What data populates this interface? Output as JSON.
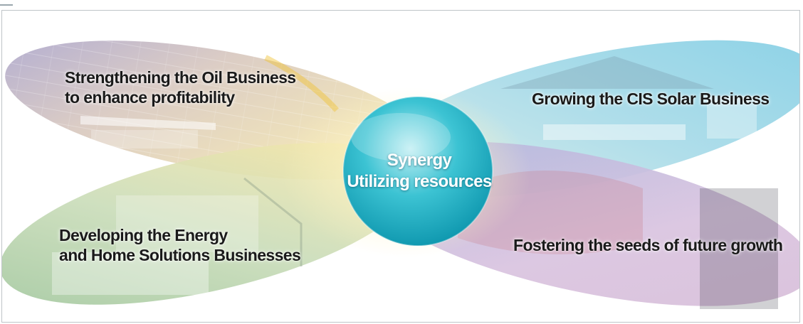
{
  "hub": {
    "line1": "Synergy",
    "line2": "Utilizing resources"
  },
  "petals": {
    "top_left": {
      "line1": "Strengthening the Oil Business",
      "line2": "to enhance profitability"
    },
    "top_right": {
      "line1": "Growing the CIS Solar Business"
    },
    "bottom_left": {
      "line1": "Developing the Energy",
      "line2": "and Home Solutions Businesses"
    },
    "bottom_right": {
      "line1": "Fostering the seeds of future growth"
    }
  },
  "colors": {
    "petal_top_left": "#b7a9d6",
    "petal_top_right": "#8fd3e6",
    "petal_bottom_left": "#b9d7a8",
    "petal_bottom_right": "#d8b7d9",
    "hub": "#1fb3c4",
    "center_glow": "#f4e7a6"
  }
}
